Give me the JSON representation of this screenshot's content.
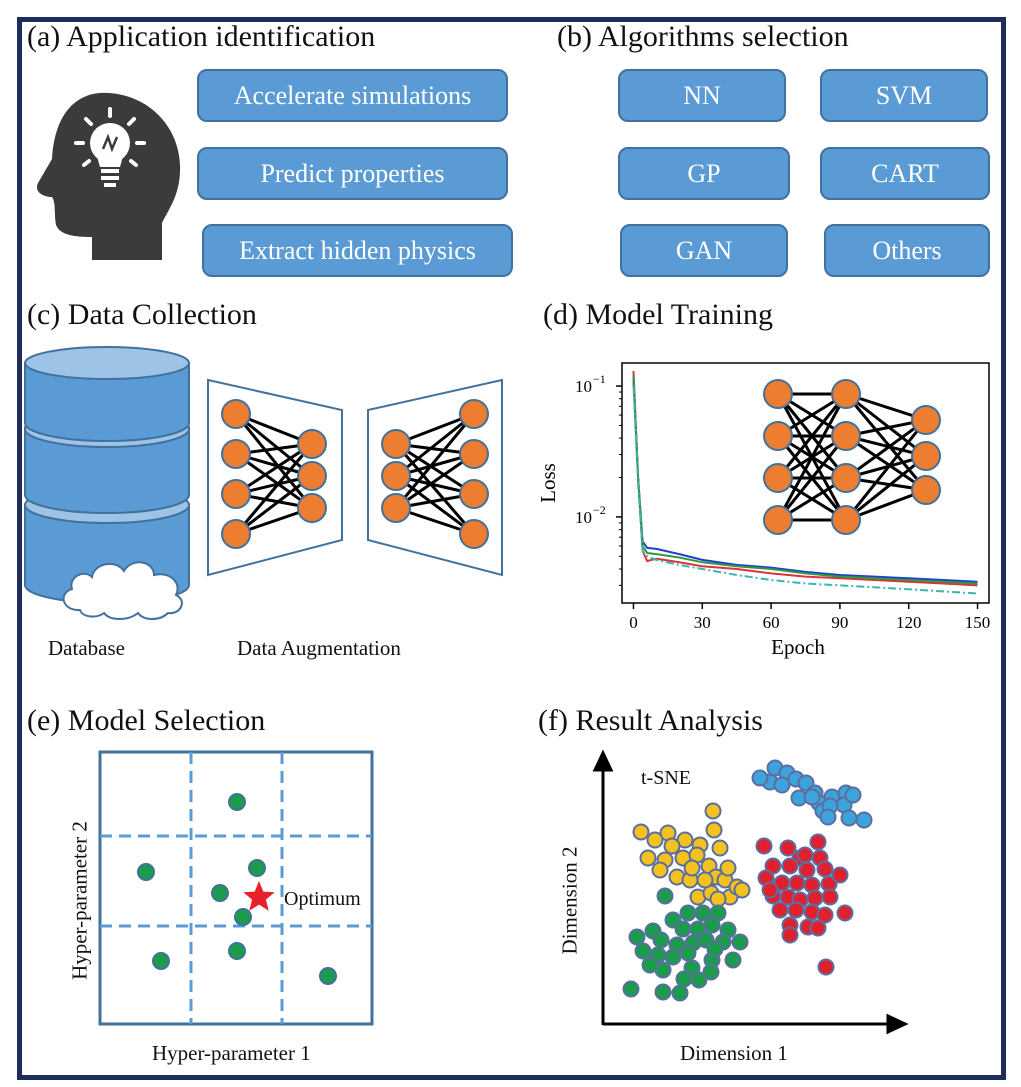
{
  "panels": {
    "a": {
      "title": "(a) Application identification",
      "items": [
        "Accelerate simulations",
        "Predict properties",
        "Extract hidden physics"
      ]
    },
    "b": {
      "title": "(b) Algorithms selection",
      "items": [
        "NN",
        "SVM",
        "GP",
        "CART",
        "GAN",
        "Others"
      ]
    },
    "c": {
      "title": "(c) Data Collection",
      "database_label": "Database",
      "augmentation_label": "Data Augmentation"
    },
    "d": {
      "title": "(d) Model Training"
    },
    "e": {
      "title": "(e) Model Selection",
      "xlabel": "Hyper-parameter 1",
      "ylabel": "Hyper-parameter 2",
      "optimum_label": "Optimum"
    },
    "f": {
      "title": "(f) Result Analysis",
      "method_label": "t-SNE",
      "xlabel": "Dimension 1",
      "ylabel": "Dimension 2"
    }
  },
  "chart_data": {
    "type": "line",
    "xlabel": "Epoch",
    "ylabel": "Loss",
    "y_scale": "log",
    "xlim": [
      -5,
      155
    ],
    "ylim": [
      0.0022,
      0.15
    ],
    "x_ticks": [
      0,
      30,
      60,
      90,
      120,
      150
    ],
    "y_ticks": [
      {
        "value": 0.1,
        "base": "10",
        "exp": "−1"
      },
      {
        "value": 0.01,
        "base": "10",
        "exp": "−2"
      }
    ],
    "series": [
      {
        "color": "#1f3fd6",
        "style": "solid",
        "x": [
          0,
          2,
          4,
          6,
          10,
          20,
          30,
          45,
          60,
          75,
          90,
          105,
          120,
          135,
          150
        ],
        "y": [
          0.11,
          0.02,
          0.0065,
          0.0058,
          0.0057,
          0.0052,
          0.0047,
          0.0043,
          0.0041,
          0.0038,
          0.0036,
          0.0035,
          0.0034,
          0.0033,
          0.0032
        ]
      },
      {
        "color": "#e0303a",
        "style": "solid",
        "x": [
          0,
          2,
          4,
          6,
          10,
          20,
          30,
          45,
          60,
          75,
          90,
          105,
          120,
          135,
          150
        ],
        "y": [
          0.13,
          0.02,
          0.0055,
          0.0046,
          0.0048,
          0.0045,
          0.0042,
          0.004,
          0.0037,
          0.0035,
          0.0034,
          0.0033,
          0.0032,
          0.0031,
          0.003
        ]
      },
      {
        "color": "#2e9a3a",
        "style": "solid",
        "x": [
          0,
          2,
          4,
          6,
          10,
          20,
          30,
          45,
          60,
          75,
          90,
          105,
          120,
          135,
          150
        ],
        "y": [
          0.12,
          0.02,
          0.006,
          0.0053,
          0.0052,
          0.0049,
          0.0045,
          0.0042,
          0.004,
          0.0037,
          0.0035,
          0.0034,
          0.0033,
          0.0032,
          0.0031
        ]
      },
      {
        "color": "#3cb4b4",
        "style": "dashdot",
        "x": [
          0,
          2,
          4,
          6,
          10,
          20,
          30,
          45,
          60,
          75,
          90,
          105,
          120,
          135,
          150
        ],
        "y": [
          0.1,
          0.018,
          0.0055,
          0.005,
          0.0047,
          0.0043,
          0.004,
          0.0036,
          0.0033,
          0.0031,
          0.003,
          0.0029,
          0.0028,
          0.0027,
          0.0026
        ]
      }
    ]
  },
  "tsne_points": {
    "blue": {
      "color": "#3ea3dc",
      "points": [
        [
          775,
          768
        ],
        [
          787,
          773
        ],
        [
          770,
          782
        ],
        [
          760,
          778
        ],
        [
          796,
          779
        ],
        [
          806,
          783
        ],
        [
          815,
          793
        ],
        [
          799,
          798
        ],
        [
          819,
          803
        ],
        [
          823,
          811
        ],
        [
          832,
          797
        ],
        [
          846,
          793
        ],
        [
          844,
          805
        ],
        [
          830,
          806
        ],
        [
          828,
          817
        ],
        [
          849,
          818
        ],
        [
          864,
          820
        ],
        [
          853,
          795
        ],
        [
          782,
          785
        ],
        [
          812,
          797
        ]
      ]
    },
    "yellow": {
      "color": "#f4c11f",
      "points": [
        [
          713,
          811
        ],
        [
          641,
          832
        ],
        [
          668,
          833
        ],
        [
          655,
          840
        ],
        [
          685,
          840
        ],
        [
          700,
          845
        ],
        [
          714,
          830
        ],
        [
          720,
          848
        ],
        [
          648,
          858
        ],
        [
          665,
          860
        ],
        [
          683,
          858
        ],
        [
          697,
          855
        ],
        [
          709,
          866
        ],
        [
          716,
          877
        ],
        [
          677,
          877
        ],
        [
          690,
          880
        ],
        [
          698,
          897
        ],
        [
          711,
          893
        ],
        [
          725,
          880
        ],
        [
          730,
          897
        ],
        [
          737,
          887
        ],
        [
          718,
          899
        ],
        [
          742,
          890
        ],
        [
          728,
          868
        ],
        [
          660,
          870
        ],
        [
          705,
          880
        ],
        [
          672,
          846
        ],
        [
          692,
          868
        ]
      ]
    },
    "red": {
      "color": "#e0202d",
      "points": [
        [
          764,
          846
        ],
        [
          788,
          848
        ],
        [
          800,
          858
        ],
        [
          820,
          858
        ],
        [
          773,
          866
        ],
        [
          790,
          866
        ],
        [
          807,
          870
        ],
        [
          825,
          869
        ],
        [
          766,
          878
        ],
        [
          782,
          883
        ],
        [
          797,
          883
        ],
        [
          812,
          885
        ],
        [
          829,
          884
        ],
        [
          773,
          896
        ],
        [
          788,
          897
        ],
        [
          800,
          900
        ],
        [
          815,
          898
        ],
        [
          830,
          897
        ],
        [
          845,
          913
        ],
        [
          780,
          910
        ],
        [
          796,
          910
        ],
        [
          812,
          912
        ],
        [
          825,
          915
        ],
        [
          790,
          925
        ],
        [
          808,
          927
        ],
        [
          826,
          967
        ],
        [
          805,
          855
        ],
        [
          818,
          842
        ],
        [
          840,
          875
        ],
        [
          770,
          890
        ],
        [
          790,
          935
        ],
        [
          818,
          928
        ]
      ]
    },
    "green": {
      "color": "#1a9c4a",
      "points": [
        [
          665,
          896
        ],
        [
          688,
          913
        ],
        [
          703,
          913
        ],
        [
          718,
          913
        ],
        [
          673,
          920
        ],
        [
          683,
          929
        ],
        [
          698,
          929
        ],
        [
          712,
          925
        ],
        [
          728,
          930
        ],
        [
          653,
          931
        ],
        [
          637,
          937
        ],
        [
          661,
          940
        ],
        [
          677,
          945
        ],
        [
          693,
          943
        ],
        [
          706,
          940
        ],
        [
          723,
          942
        ],
        [
          740,
          942
        ],
        [
          643,
          951
        ],
        [
          658,
          955
        ],
        [
          673,
          957
        ],
        [
          688,
          953
        ],
        [
          712,
          960
        ],
        [
          733,
          960
        ],
        [
          663,
          970
        ],
        [
          692,
          968
        ],
        [
          711,
          972
        ],
        [
          684,
          979
        ],
        [
          699,
          980
        ],
        [
          631,
          989
        ],
        [
          663,
          992
        ],
        [
          680,
          993
        ],
        [
          715,
          949
        ],
        [
          650,
          965
        ]
      ]
    }
  },
  "grid_points": [
    [
      237,
      802
    ],
    [
      146,
      872
    ],
    [
      257,
      868
    ],
    [
      220,
      893
    ],
    [
      243,
      917
    ],
    [
      161,
      961
    ],
    [
      237,
      951
    ],
    [
      328,
      976
    ]
  ]
}
